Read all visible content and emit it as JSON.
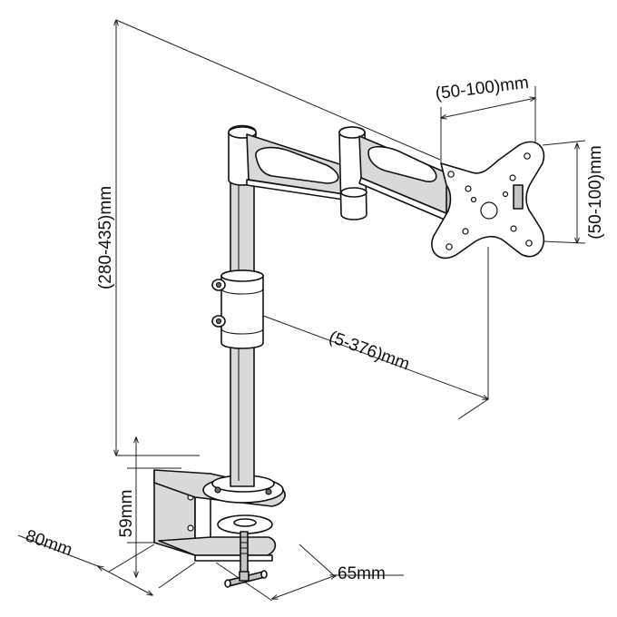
{
  "diagram": {
    "dimensions": {
      "height_range": "(280-435)mm",
      "vesa_horizontal": "(50-100)mm",
      "vesa_vertical": "(50-100)mm",
      "arm_reach": "(5-376)mm",
      "clamp_height": "59mm",
      "clamp_depth": "80mm",
      "clamp_width": "65mm"
    }
  }
}
